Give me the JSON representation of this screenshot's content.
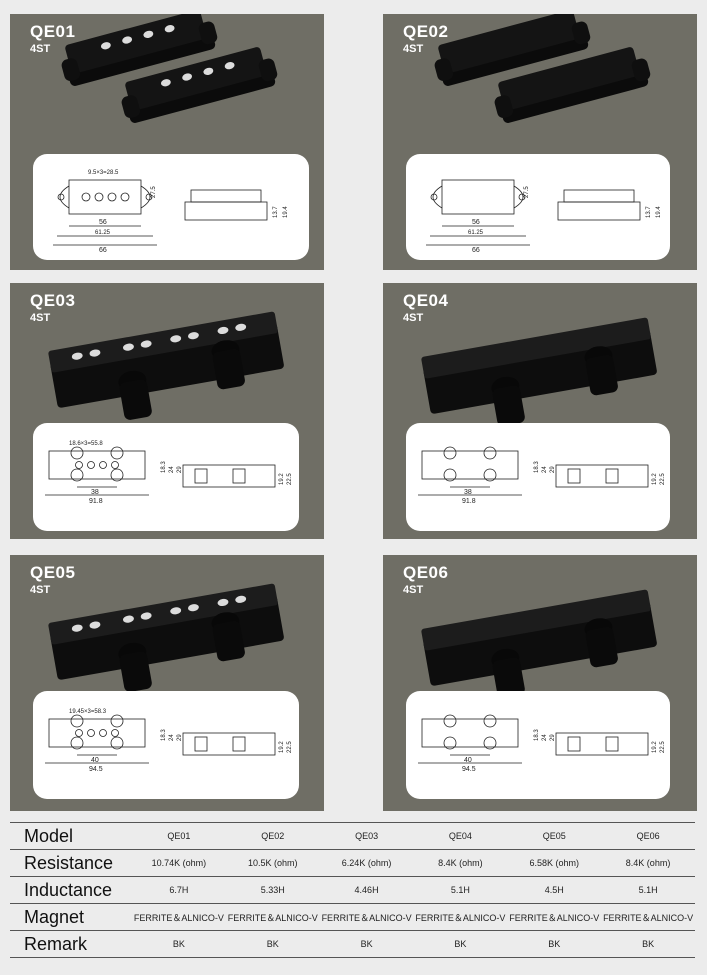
{
  "panels": [
    {
      "code": "QE01",
      "strings": "4ST",
      "type": "p-bass",
      "poles": true,
      "dims": {
        "spacing": "9.5×3=28.5",
        "width": "27.5",
        "inner": "56",
        "mid": "61.25",
        "outer": "66",
        "h1": "13.7",
        "h2": "19.4"
      }
    },
    {
      "code": "QE02",
      "strings": "4ST",
      "type": "p-bass",
      "poles": false,
      "dims": {
        "spacing": "",
        "width": "27.5",
        "inner": "56",
        "mid": "61.25",
        "outer": "66",
        "h1": "13.7",
        "h2": "19.4"
      }
    },
    {
      "code": "QE03",
      "strings": "4ST",
      "type": "j-bass",
      "poles": true,
      "dims": {
        "spacing": "18.6×3=55.8",
        "width": "18.3",
        "inner": "38",
        "mid": "",
        "outer": "91.8",
        "h1": "19.2",
        "h2": "22.5",
        "w2": "24",
        "w3": "29"
      }
    },
    {
      "code": "QE04",
      "strings": "4ST",
      "type": "j-bass",
      "poles": false,
      "dims": {
        "spacing": "",
        "width": "18.3",
        "inner": "38",
        "mid": "",
        "outer": "91.8",
        "h1": "19.2",
        "h2": "22.5",
        "w2": "24",
        "w3": "29"
      }
    },
    {
      "code": "QE05",
      "strings": "4ST",
      "type": "j-bass",
      "poles": true,
      "dims": {
        "spacing": "19.45×3=58.3",
        "width": "18.3",
        "inner": "40",
        "mid": "",
        "outer": "94.5",
        "h1": "19.2",
        "h2": "22.5",
        "w2": "24",
        "w3": "29"
      }
    },
    {
      "code": "QE06",
      "strings": "4ST",
      "type": "j-bass",
      "poles": false,
      "dims": {
        "spacing": "",
        "width": "18.3",
        "inner": "40",
        "mid": "",
        "outer": "94.5",
        "h1": "19.2",
        "h2": "22.5",
        "w2": "24",
        "w3": "29"
      }
    }
  ],
  "spec_table": {
    "rows": [
      {
        "label": "Model",
        "values": [
          "QE01",
          "QE02",
          "QE03",
          "QE04",
          "QE05",
          "QE06"
        ]
      },
      {
        "label": "Resistance",
        "values": [
          "10.74K (ohm)",
          "10.5K (ohm)",
          "6.24K (ohm)",
          "8.4K (ohm)",
          "6.58K (ohm)",
          "8.4K (ohm)"
        ]
      },
      {
        "label": "Inductance",
        "values": [
          "6.7H",
          "5.33H",
          "4.46H",
          "5.1H",
          "4.5H",
          "5.1H"
        ]
      },
      {
        "label": "Magnet",
        "values": [
          "FERRITE＆ALNICO-V",
          "FERRITE＆ALNICO-V",
          "FERRITE＆ALNICO-V",
          "FERRITE＆ALNICO-V",
          "FERRITE＆ALNICO-V",
          "FERRITE＆ALNICO-V"
        ]
      },
      {
        "label": "Remark",
        "values": [
          "BK",
          "BK",
          "BK",
          "BK",
          "BK",
          "BK"
        ]
      }
    ]
  },
  "colors": {
    "panel": "#6f6e65",
    "pickup": "#141414",
    "pole": "#dcdcdc",
    "diagram_bg": "#ffffff"
  }
}
